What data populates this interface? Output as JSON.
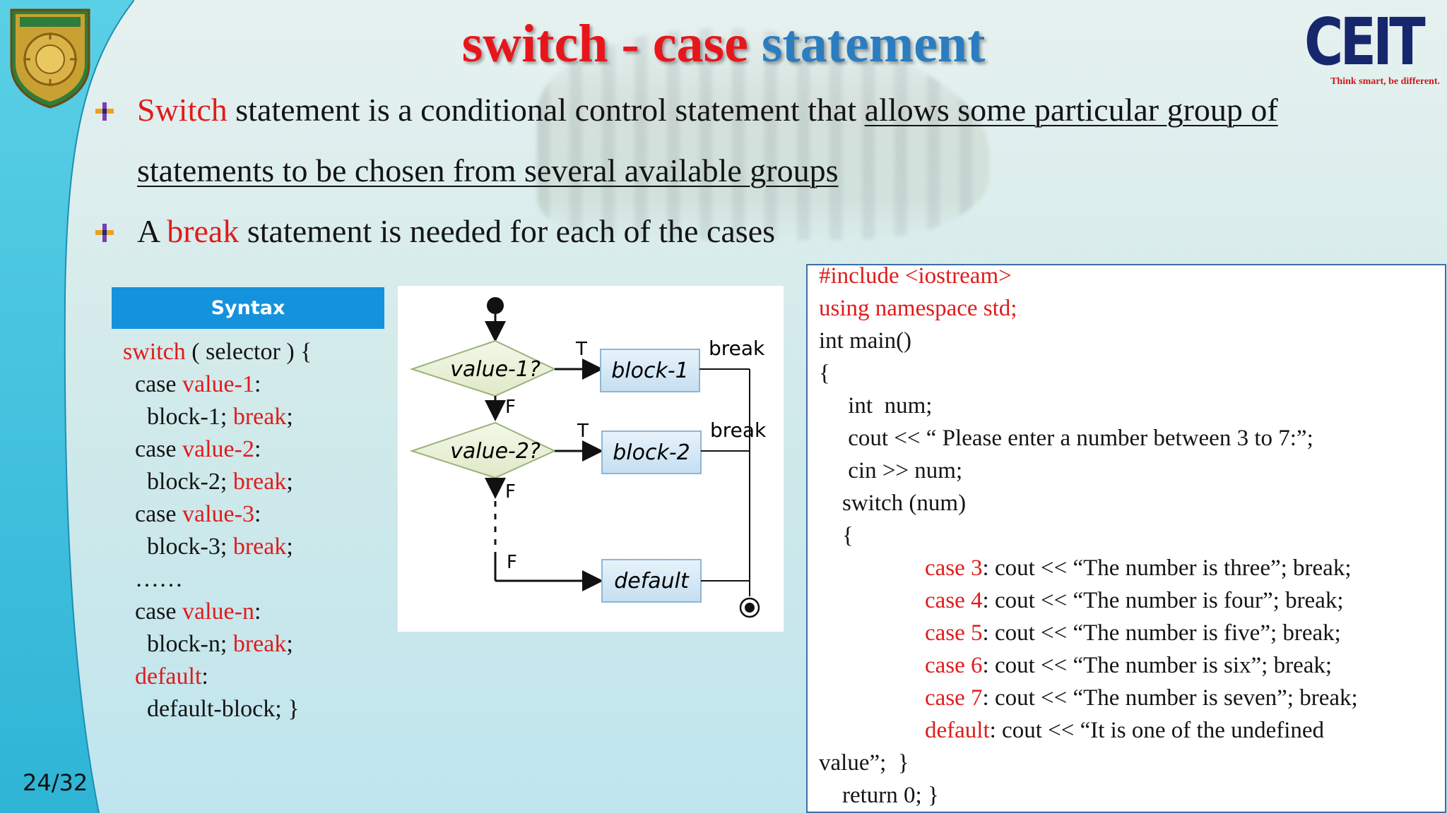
{
  "slide": {
    "title_red": "switch - case",
    "title_blue": "statement",
    "page_number": "24/32",
    "colors": {
      "accent_red": "#e01b1b",
      "accent_blue": "#2c7cc0",
      "brand_navy": "#16276e",
      "syntax_header": "#1592dc",
      "left_band": "#43c2dd"
    }
  },
  "logos": {
    "left_icon": "university-seal-icon",
    "right_brand": "CEIT",
    "right_tagline": "Think smart, be different."
  },
  "bullets": [
    {
      "icon": "plus-bullet-icon",
      "keyword": "Switch",
      "text_plain": " statement is a conditional control statement that ",
      "text_underlined_line1": "allows some particular group of",
      "text_underlined_line2": "statements to be chosen from several available groups"
    },
    {
      "icon": "plus-bullet-icon",
      "prefix": "A ",
      "keyword": "break",
      "suffix": " statement is needed for each of the cases"
    }
  ],
  "syntax": {
    "header": "Syntax",
    "lines": [
      {
        "a": "",
        "r": "switch",
        "b": " ( selector ) {"
      },
      {
        "a": "  case ",
        "r": "value-1",
        "b": ":"
      },
      {
        "a": "    block-1; ",
        "r": "break",
        "b": ";"
      },
      {
        "a": "  case ",
        "r": "value-2",
        "b": ":"
      },
      {
        "a": "    block-2; ",
        "r": "break",
        "b": ";"
      },
      {
        "a": "  case ",
        "r": "value-3",
        "b": ":"
      },
      {
        "a": "    block-3; ",
        "r": "break",
        "b": ";"
      },
      {
        "a": "  ……",
        "r": "",
        "b": ""
      },
      {
        "a": "  case ",
        "r": "value-n",
        "b": ":"
      },
      {
        "a": "    block-n; ",
        "r": "break",
        "b": ";"
      },
      {
        "a": "  ",
        "r": "default",
        "b": ":"
      },
      {
        "a": "    default-block; }",
        "r": "",
        "b": ""
      }
    ]
  },
  "flowchart": {
    "decision1": "value-1?",
    "decision2": "value-2?",
    "block1": "block-1",
    "block2": "block-2",
    "default": "default",
    "true_label": "T",
    "false_label": "F",
    "break_label": "break"
  },
  "code": {
    "lines": [
      {
        "r": "#include <iostream>",
        "b": ""
      },
      {
        "r": "using namespace std;",
        "b": ""
      },
      {
        "r": "",
        "b": "int main()"
      },
      {
        "r": "",
        "b": "{"
      },
      {
        "r": "",
        "b": "     int  num;"
      },
      {
        "r": "",
        "b": "     cout << “ Please enter a number between 3 to 7:”;"
      },
      {
        "r": "",
        "b": "     cin >> num;"
      },
      {
        "r": "",
        "b": "    switch (num)"
      },
      {
        "r": "",
        "b": "    {"
      },
      {
        "r": "case 3",
        "b": ": cout << “The number is three”; break;"
      },
      {
        "r": "case 4",
        "b": ": cout << “The number is four”; break;"
      },
      {
        "r": "case 5",
        "b": ": cout << “The number is five”; break;"
      },
      {
        "r": "case 6",
        "b": ": cout << “The number is six”; break;"
      },
      {
        "r": "case 7",
        "b": ": cout << “The number is seven”; break;"
      },
      {
        "r": "default",
        "b": ": cout << “It is one of the undefined"
      },
      {
        "r": "",
        "b": "value”;  }"
      },
      {
        "r": "",
        "b": "    return 0; }"
      }
    ]
  }
}
